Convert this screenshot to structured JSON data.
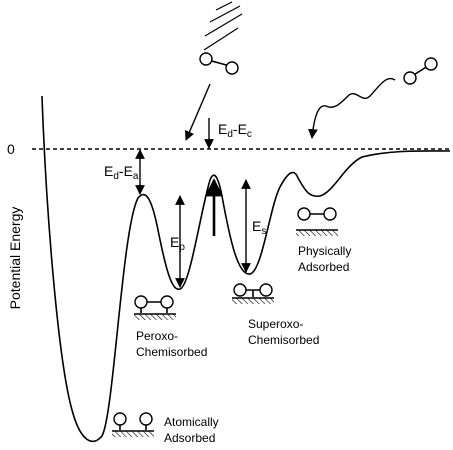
{
  "axis": {
    "y_label": "Potential Energy",
    "zero_tick": "0"
  },
  "energy_gaps": {
    "ed_ea": {
      "main1": "E",
      "sub1": "d",
      "dash": "-E",
      "sub2": "a"
    },
    "ed_ec": {
      "main1": "E",
      "sub1": "d",
      "dash": "-E",
      "sub2": "c"
    },
    "ep": {
      "main1": "E",
      "sub1": "p"
    },
    "es": {
      "main1": "E",
      "sub1": "s"
    }
  },
  "states": {
    "atomic": {
      "line1": "Atomically",
      "line2": "Adsorbed"
    },
    "peroxo": {
      "line1": "Peroxo-",
      "line2": "Chemisorbed"
    },
    "superoxo": {
      "line1": "Superoxo-",
      "line2": "Chemisorbed"
    },
    "physical": {
      "line1": "Physically",
      "line2": "Adsorbed"
    }
  },
  "colors": {
    "ink": "#000000",
    "background": "#ffffff"
  }
}
